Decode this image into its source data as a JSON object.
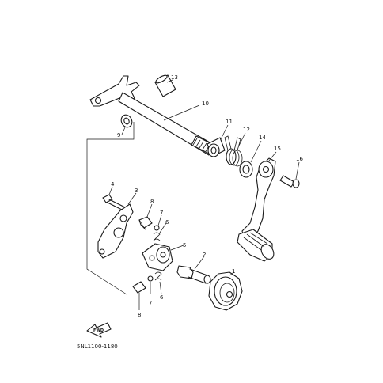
{
  "diagram": {
    "part_code": "5NL1100-1180",
    "fwd_label": "FWD",
    "callouts": [
      "1",
      "2",
      "3",
      "4",
      "5",
      "6",
      "7",
      "8",
      "9",
      "10",
      "11",
      "12",
      "13",
      "14",
      "15",
      "16",
      "6",
      "7",
      "8"
    ]
  }
}
